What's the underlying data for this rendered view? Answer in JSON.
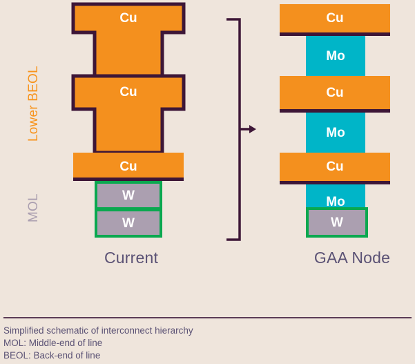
{
  "figure": {
    "background_color": "#efe5dc",
    "axis_labels": [
      {
        "name": "lower-beol",
        "text": "Lower BEOL",
        "color": "#f7941e"
      },
      {
        "name": "mol",
        "text": "MOL",
        "color": "#ab9fb0"
      }
    ],
    "transition": {
      "bracket_color": "#3d1637",
      "arrow_direction": "right"
    }
  },
  "palette": {
    "copper": "#f4901e",
    "molybdenum": "#00b5c8",
    "tungsten_fill": "#ab9fb0",
    "tungsten_border": "#0aa84f",
    "outline": "#3d1637",
    "label_text": "#5b5275"
  },
  "stacks": [
    {
      "id": "current",
      "caption": "Current",
      "layers": [
        {
          "material": "Cu",
          "role": "metal-line"
        },
        {
          "material": "Cu",
          "role": "via"
        },
        {
          "material": "Cu",
          "role": "metal-line"
        },
        {
          "material": "Cu",
          "role": "via"
        },
        {
          "material": "Cu",
          "role": "metal-line"
        },
        {
          "material": "W",
          "role": "contact"
        },
        {
          "material": "W",
          "role": "contact"
        }
      ]
    },
    {
      "id": "gaa",
      "caption": "GAA Node",
      "layers": [
        {
          "material": "Cu",
          "role": "metal-line"
        },
        {
          "material": "Mo",
          "role": "via"
        },
        {
          "material": "Cu",
          "role": "metal-line"
        },
        {
          "material": "Mo",
          "role": "via"
        },
        {
          "material": "Cu",
          "role": "metal-line"
        },
        {
          "material": "Mo",
          "role": "via"
        },
        {
          "material": "W",
          "role": "contact"
        }
      ]
    }
  ],
  "footer": {
    "lines": [
      "Simplified schematic of interconnect hierarchy",
      "MOL: Middle-end of line",
      "BEOL: Back-end of line"
    ]
  }
}
